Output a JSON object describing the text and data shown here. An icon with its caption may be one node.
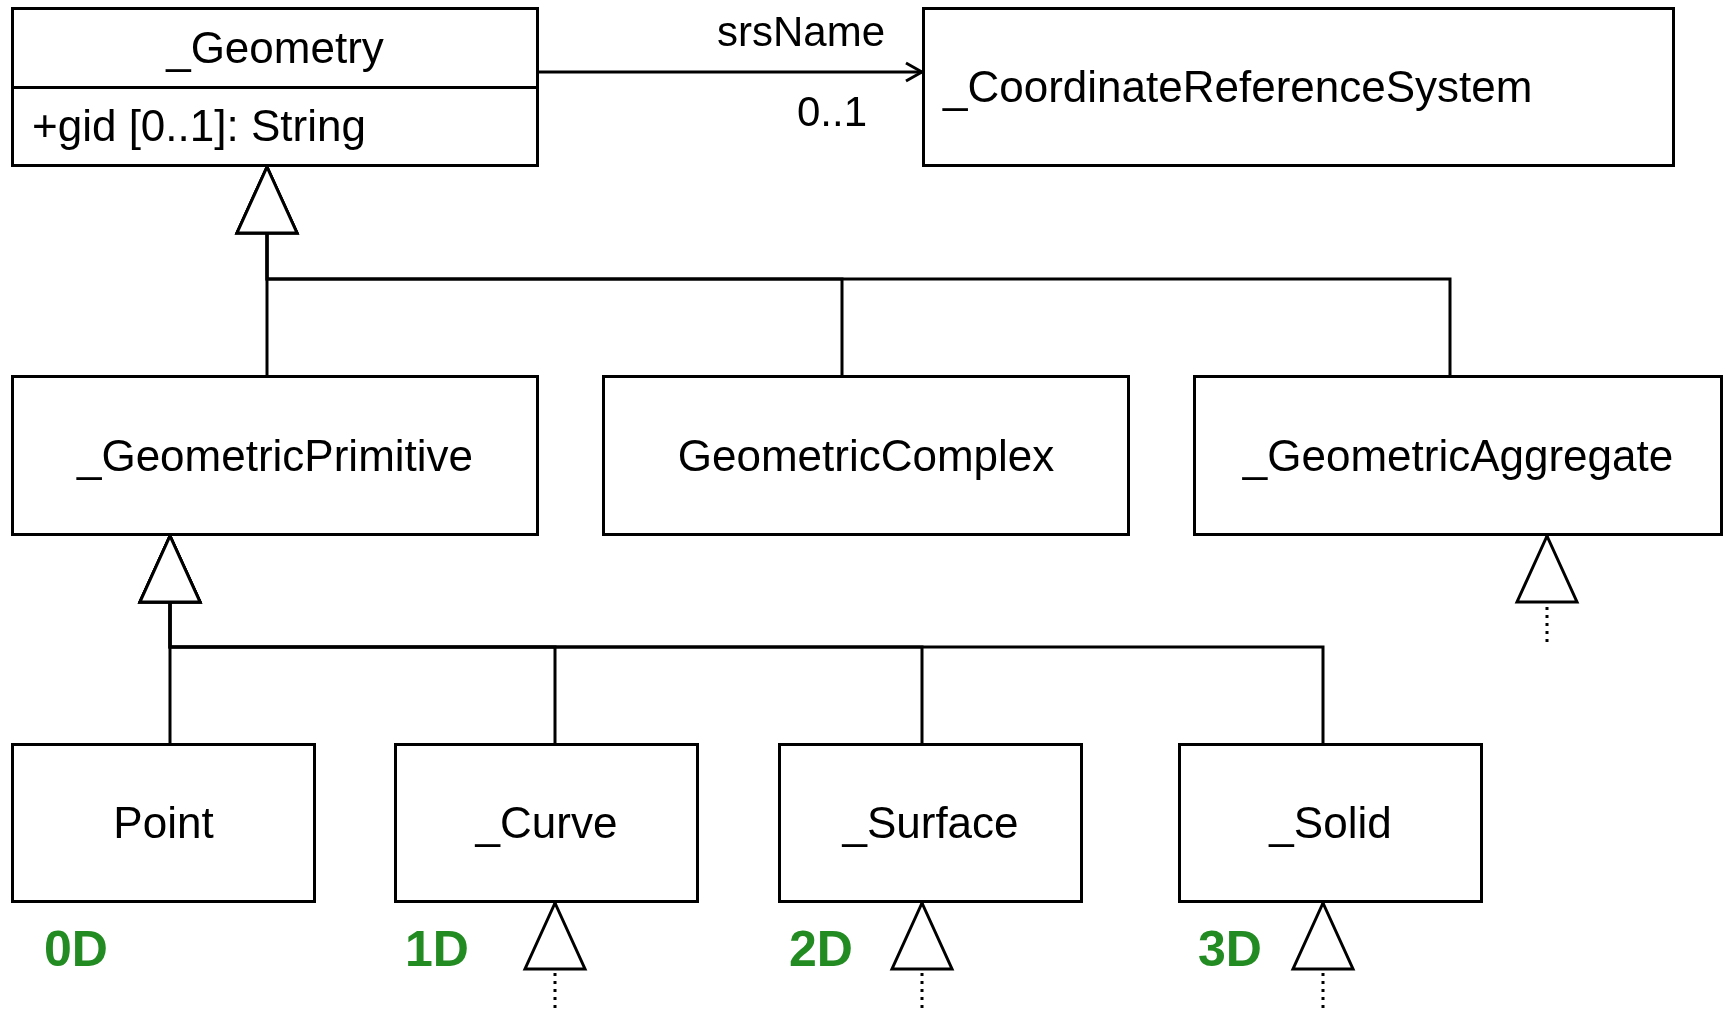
{
  "diagram": {
    "nodes": [
      {
        "text": [
          "_Geometry",
          "+gid [0..1]: String"
        ]
      },
      {
        "text": [
          "_CoordinateReferenceSystem"
        ]
      },
      {
        "text": [
          "_GeometricPrimitive"
        ]
      },
      {
        "text": [
          "GeometricComplex"
        ]
      },
      {
        "text": [
          "_GeometricAggregate"
        ]
      },
      {
        "text": [
          "Point"
        ],
        "beside": [
          "0D"
        ]
      },
      {
        "text": [
          "_Curve"
        ],
        "beside": [
          "1D"
        ]
      },
      {
        "text": [
          "_Surface"
        ],
        "beside": [
          "2D"
        ]
      },
      {
        "text": [
          "_Solid"
        ],
        "beside": [
          "3D"
        ]
      }
    ],
    "edges": [
      {
        "from": 0,
        "to": 1,
        "arrow": "to",
        "label": "srsName"
      },
      {
        "from": 2,
        "to": 0,
        "arrow": "to"
      },
      {
        "from": 3,
        "to": 0,
        "arrow": "to"
      },
      {
        "from": 4,
        "to": 0,
        "arrow": "to"
      },
      {
        "from": 5,
        "to": 2,
        "arrow": "to"
      },
      {
        "from": 6,
        "to": 2,
        "arrow": "to"
      },
      {
        "from": 7,
        "to": 2,
        "arrow": "to"
      },
      {
        "from": 8,
        "to": 2,
        "arrow": "to"
      },
      {
        "from": null,
        "to": 4,
        "arrow": "to",
        "style": "dashed"
      },
      {
        "from": null,
        "to": 6,
        "arrow": "to",
        "style": "dashed"
      },
      {
        "from": null,
        "to": 7,
        "arrow": "to",
        "style": "dashed"
      },
      {
        "from": null,
        "to": 8,
        "arrow": "to",
        "style": "dashed"
      }
    ],
    "labels": [
      "0..1"
    ]
  }
}
